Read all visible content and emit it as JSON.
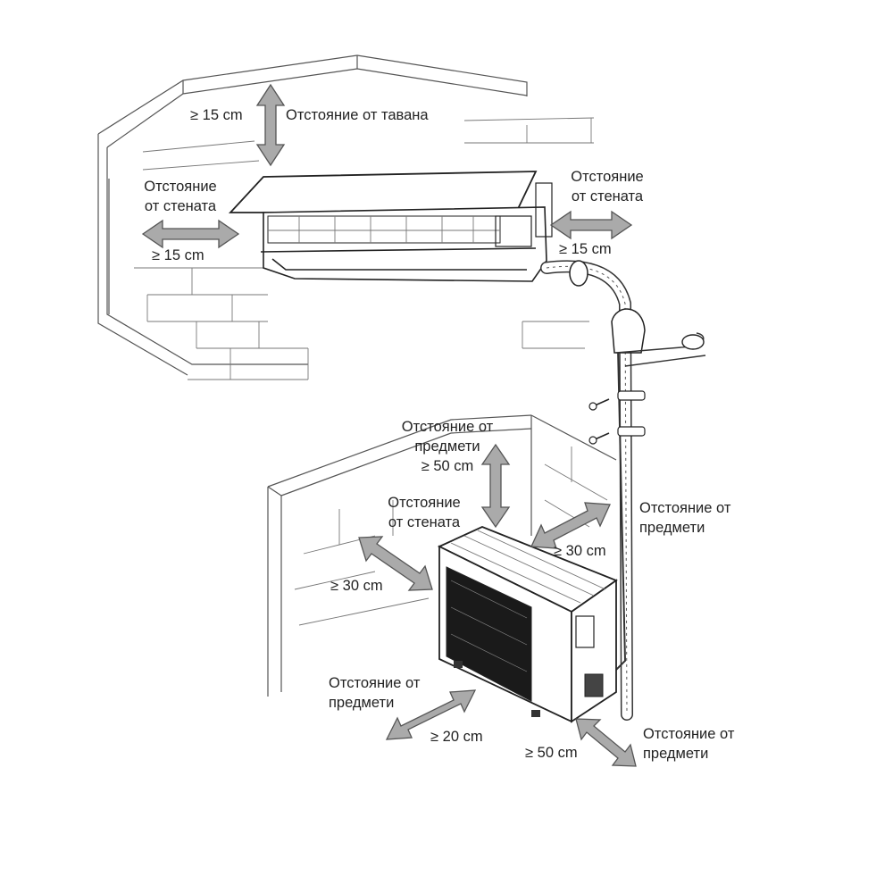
{
  "labels": {
    "ceiling_gap": "≥ 15 cm",
    "ceiling_text": "Отстояние от тавана",
    "left_wall_line1": "Отстояние",
    "left_wall_line2": "от стената",
    "left_wall_gap": "≥ 15 cm",
    "right_wall_line1": "Отстояние",
    "right_wall_line2": "от стената",
    "right_wall_gap": "≥ 15 cm",
    "top_obj_line1": "Отстояние от",
    "top_obj_line2": "предмети",
    "top_obj_gap": "≥ 50 cm",
    "back_wall_line1": "Отстояние",
    "back_wall_line2": "от стената",
    "back_wall_gap": "≥ 30 cm",
    "side_gap": "≥ 30 cm",
    "side_obj_line1": "Отстояние от",
    "side_obj_line2": "предмети",
    "front_obj_line1": "Отстояние от",
    "front_obj_line2": "предмети",
    "front_gap": "≥ 20 cm",
    "right_obj_gap": "≥ 50 cm",
    "right_obj_line1": "Отстояние от",
    "right_obj_line2": "предмети"
  },
  "colors": {
    "arrow_fill": "#aaaaaa",
    "line": "#555555",
    "text": "#222222"
  }
}
